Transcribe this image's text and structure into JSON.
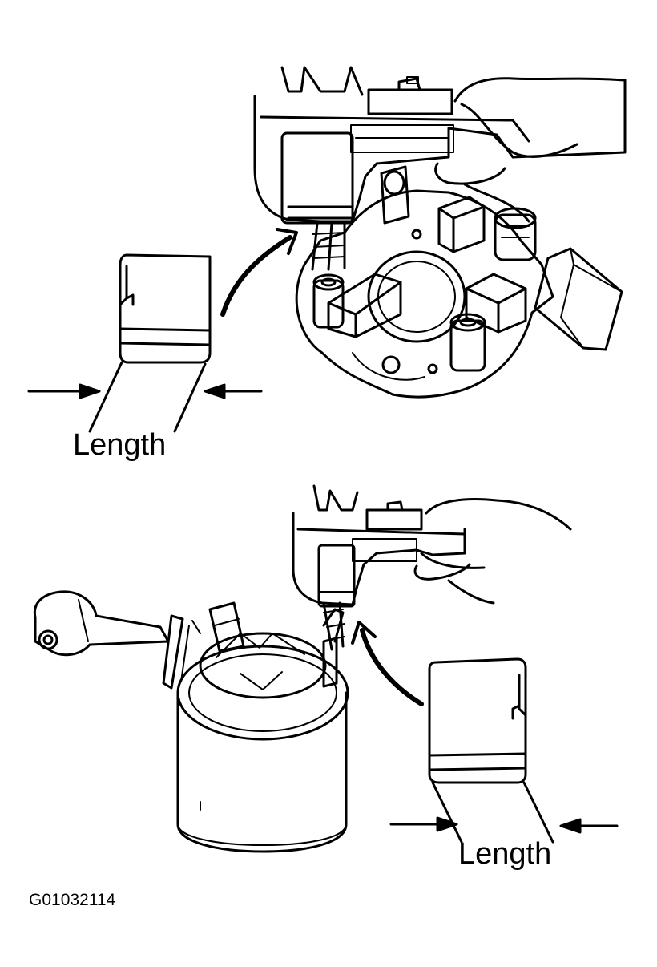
{
  "labels": {
    "top_length": "Length",
    "bottom_length": "Length",
    "figure_id": "G01032114"
  },
  "colors": {
    "ink": "#000000",
    "paper": "#ffffff"
  }
}
